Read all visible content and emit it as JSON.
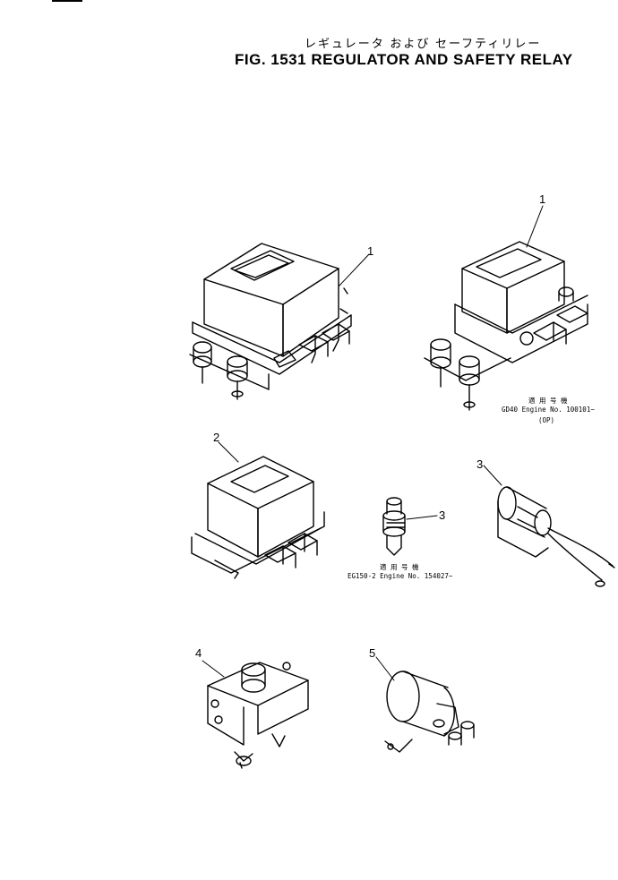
{
  "figure": {
    "title_jp": "レギュレータ および セーフティリレー",
    "title_en": "FIG. 1531  REGULATOR AND SAFETY RELAY"
  },
  "callouts": [
    "1",
    "1",
    "2",
    "3",
    "3",
    "4",
    "5"
  ],
  "notes": {
    "top_right": {
      "header": "適 用 号 機",
      "line1": "GD40   Engine  No. 100101~",
      "line2": "(OP)"
    },
    "center": {
      "header": "適 用 号 機",
      "line1": "EG150-2  Engine  No. 154027~"
    }
  }
}
